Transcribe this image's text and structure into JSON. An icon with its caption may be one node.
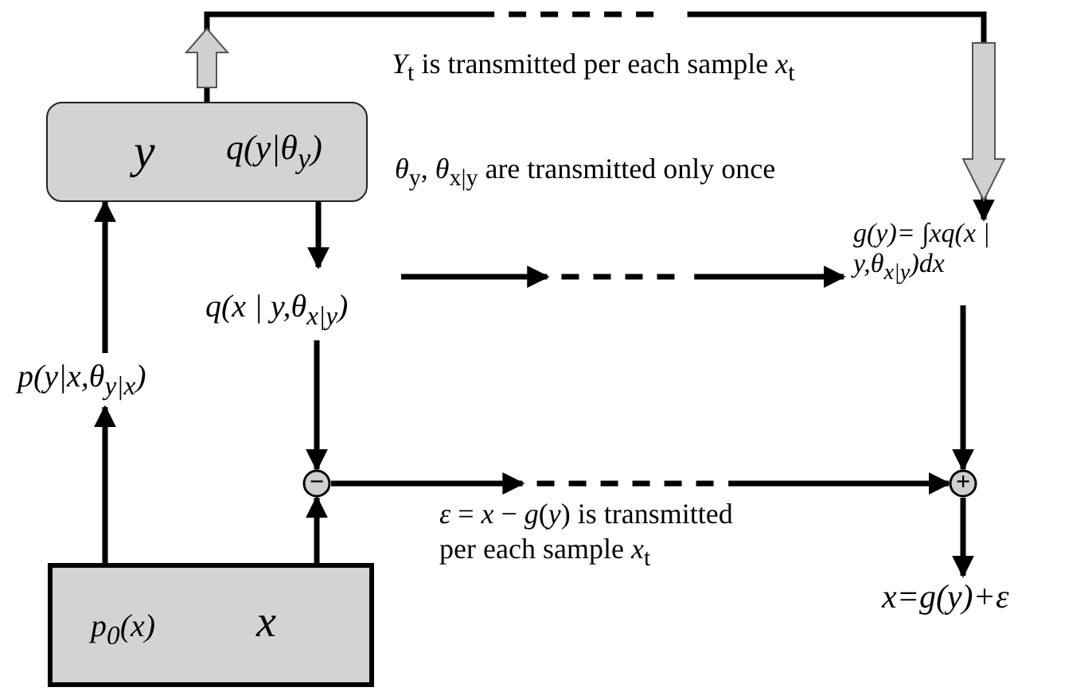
{
  "diagram": {
    "nodes": [
      {
        "text": [
          "y",
          "q(y|θ$_{y}$)"
        ]
      },
      {
        "text": [
          "p$_{0}$(x)",
          "x"
        ]
      },
      {
        "text": [
          "p(y|x,θ$_{y|x}$)"
        ]
      },
      {
        "text": [
          "q(x | y,θ$_{x|y}$)"
        ]
      },
      {
        "text": [
          "−"
        ]
      },
      {
        "text": [
          "g(y)= ∫xq(x | y,θ$_{x|y}$)dx"
        ]
      },
      {
        "text": [
          "+"
        ]
      },
      {
        "text": [
          "x=g(y)+ε"
        ]
      }
    ],
    "edges": [
      {
        "from": 1,
        "to": 2,
        "arrow": "to"
      },
      {
        "from": 2,
        "to": 0,
        "arrow": "to"
      },
      {
        "from": 0,
        "to": 3,
        "arrow": "to"
      },
      {
        "from": 3,
        "to": 5,
        "arrow": "to",
        "style": "dashed"
      },
      {
        "from": 3,
        "to": 4,
        "arrow": "to"
      },
      {
        "from": 1,
        "to": 4,
        "arrow": "to"
      },
      {
        "from": 4,
        "to": 6,
        "arrow": "to",
        "style": "dashed",
        "label": "*ε* = *x* − *g*(*y*) is transmitted per each sample *x*$_{t}$"
      },
      {
        "from": 5,
        "to": 6,
        "arrow": "to"
      },
      {
        "from": 6,
        "to": 7,
        "arrow": "to"
      },
      {
        "from": 0,
        "to": 5,
        "arrow": "to",
        "style": "dashed",
        "label": "*Y*$_{t}$  is transmitted per each sample *x*$_{t}$"
      }
    ],
    "labels": [
      "*θ*$_{y}$, *θ*$_{x|y}$ are transmitted only once"
    ]
  }
}
